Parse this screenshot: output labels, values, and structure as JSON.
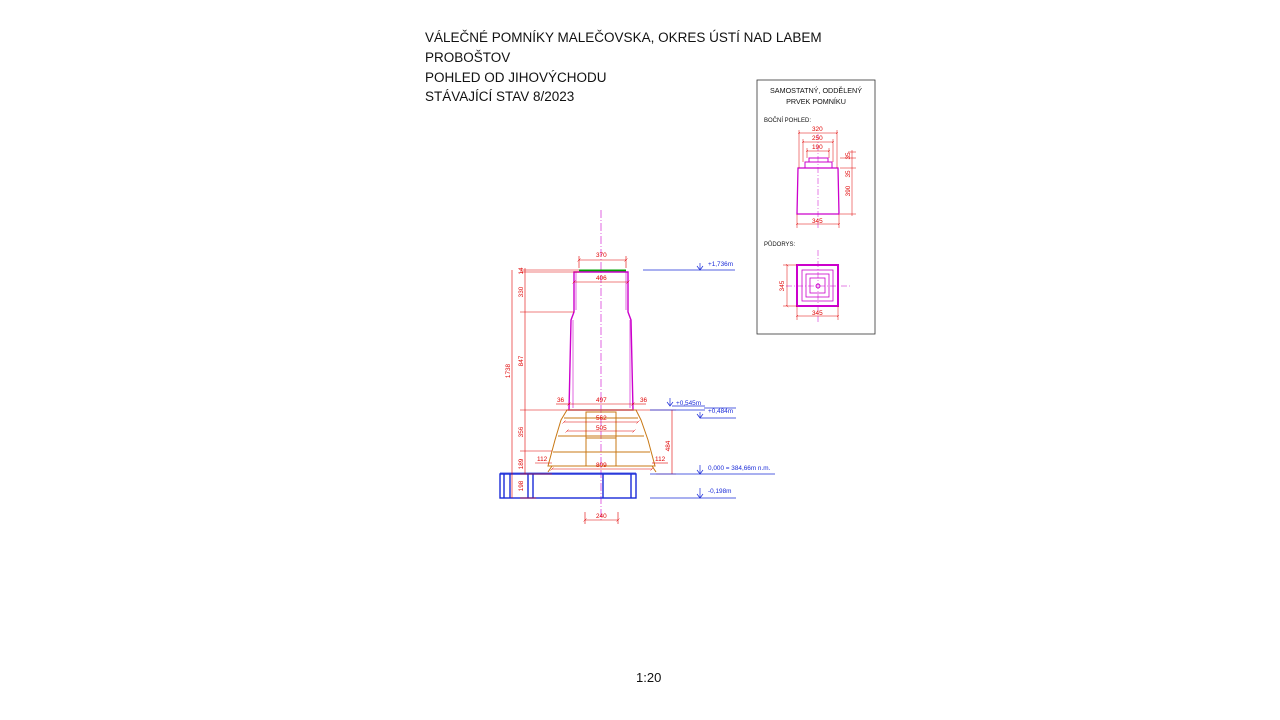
{
  "title": {
    "line1": "VÁLEČNÉ POMNÍKY MALEČOVSKA, OKRES ÚSTÍ NAD LABEM",
    "line2": "PROBOŠTOV",
    "line3": "POHLED OD JIHOVÝCHODU",
    "line4": "STÁVAJÍCÍ STAV 8/2023"
  },
  "scale": "1:20",
  "main_dims": {
    "top_width": "370",
    "top_lower_width": "406",
    "base_width": "497",
    "offset_left": "36",
    "offset_right": "36",
    "inner_width_1": "562",
    "inner_width_2": "505",
    "plinth_width": "809",
    "step_left": "112",
    "step_right": "112",
    "bottom_width": "240",
    "v_top": "14",
    "v_upper": "330",
    "v_shaft": "847",
    "v_total": "1738",
    "v_base": "356",
    "v_plinth": "189",
    "v_foundation": "198",
    "v_right": "484"
  },
  "elevations": {
    "e1": "+1,736m",
    "e2": "+0,545m",
    "e3": "+0,484m",
    "e4": "0,000 = 384,66m n.m.",
    "e5": "-0,198m"
  },
  "detail": {
    "heading_line1": "SAMOSTATNÝ, ODDĚLENÝ",
    "heading_line2": "PRVEK POMNÍKU",
    "side_label": "BOČNÍ POHLED:",
    "plan_label": "PŮDORYS:",
    "d320": "320",
    "d250": "250",
    "d190": "190",
    "d345_side": "345",
    "v35a": "35",
    "v35b": "35",
    "v390": "390",
    "plan_345_bottom": "345",
    "plan_345_left": "345"
  },
  "colors": {
    "dimension": "#e00000",
    "elevation": "#1a2bd8",
    "monument": "#cc00cc",
    "base": "#c87814",
    "foundation": "#1a2bd8",
    "cap": "#00a000"
  }
}
